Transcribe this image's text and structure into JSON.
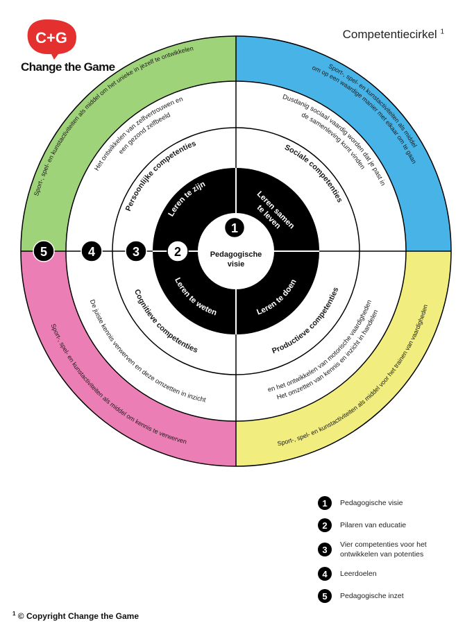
{
  "logo": {
    "monogram": "C+G",
    "wordmark": "Change the Game",
    "color": "#e4312f"
  },
  "title": {
    "text": "Competentiecirkel",
    "note": "1"
  },
  "colors": {
    "green": "#9fd37a",
    "blue": "#48b3e6",
    "yellow": "#f1ee7f",
    "pink": "#eb7fb5",
    "black": "#000000",
    "white": "#ffffff"
  },
  "wheel": {
    "center_label": [
      "Pedagogische",
      "visie"
    ],
    "markers": [
      "1",
      "2",
      "3",
      "4",
      "5"
    ],
    "pillars": {
      "top_right": [
        "Leren samen",
        "te leven"
      ],
      "top_left": "Leren te zijn",
      "bottom_left": "Leren te weten",
      "bottom_right": "Leren te doen"
    },
    "competences": {
      "top_left": "Persoonlijke competenties",
      "top_right": "Sociale competenties",
      "bottom_left": "Cognitieve competenties",
      "bottom_right": "Productieve competenties"
    },
    "goals": {
      "top_left": [
        "Het ontwikkelen van zelfvertrouwen en",
        "een gezond zelfbeeld"
      ],
      "top_right": [
        "Dusdanig sociaal vaardig worden dat je past in",
        "de samenleving kunt vinden"
      ],
      "bottom_left": "De juiste kennis verwerven en deze omzetten in inzicht",
      "bottom_right": [
        "Het omzetten van kennis en inzicht in handelen",
        "en het ontwikkelen van motorische vaardigheden"
      ]
    },
    "deployment": {
      "top_left": "Sport-, spel- en kunstactiviteiten als middel om het unieke in jezelf te ontwikkelen",
      "top_right": [
        "Sport-, spel- en kunstactiviteiten als middel",
        "om op een waardige manier met elkaar om te gaan"
      ],
      "bottom_left": "Sport-, spel- en kunstactiviteiten als middel om kennis te verwerven",
      "bottom_right": "Sport-, spel- en kunstactiviteiten als middel voor het trainen van vaardigheden"
    }
  },
  "legend": [
    {
      "num": "1",
      "label": "Pedagogische visie"
    },
    {
      "num": "2",
      "label": "Pilaren van educatie"
    },
    {
      "num": "3",
      "label": "Vier competenties voor het ontwikkelen van potenties"
    },
    {
      "num": "4",
      "label": "Leerdoelen"
    },
    {
      "num": "5",
      "label": "Pedagogische inzet"
    }
  ],
  "footer": {
    "note": "1",
    "text": "© Copyright Change the Game"
  }
}
